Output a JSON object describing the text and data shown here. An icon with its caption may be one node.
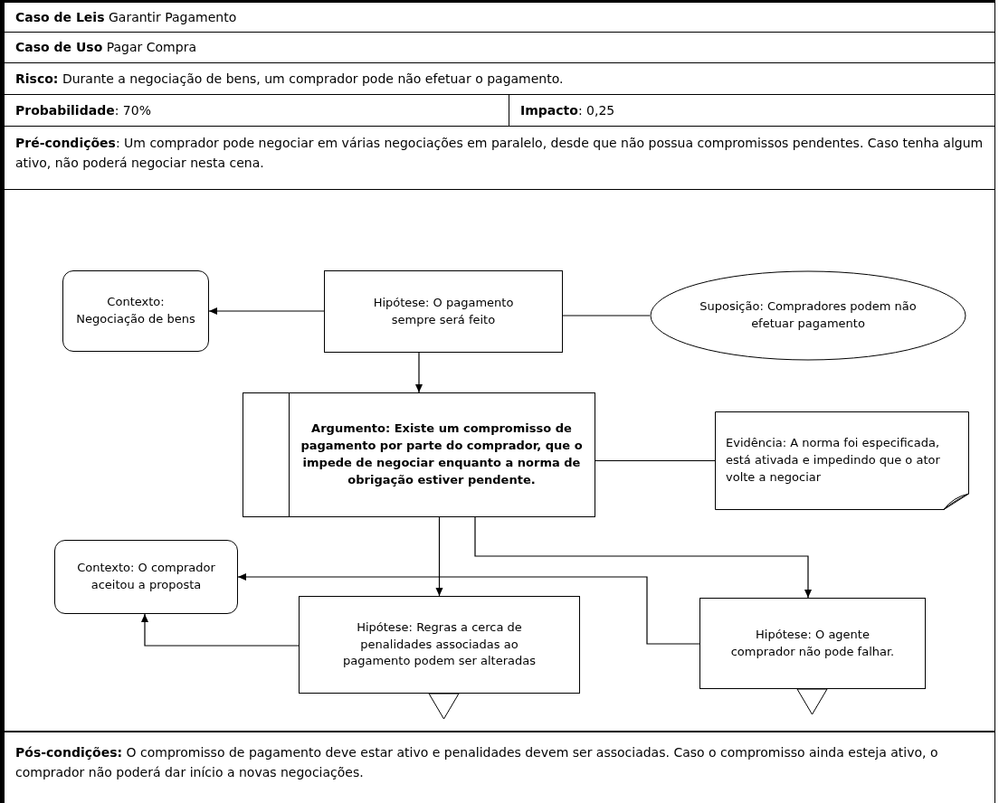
{
  "diagram": {
    "nodes": [
      {
        "text": [
          "Contexto: Negociação de bens"
        ]
      },
      {
        "text": [
          "Hipótese: O pagamento sempre será feito"
        ]
      },
      {
        "text": [
          "Suposição: Compradores podem não efetuar pagamento"
        ]
      },
      {
        "text": [
          "Argumento: Existe um compromisso de pagamento por parte do comprador, que o impede de negociar enquanto a norma de obrigação estiver pendente."
        ]
      },
      {
        "text": [
          "Evidência: A norma foi especificada, está ativada e impedindo que o ator volte a negociar"
        ]
      },
      {
        "text": [
          "Contexto: O comprador aceitou a proposta"
        ]
      },
      {
        "text": [
          "Hipótese: Regras a cerca de penalidades associadas ao pagamento podem ser alteradas"
        ]
      },
      {
        "text": [
          "Hipótese: O agente comprador não pode falhar."
        ]
      }
    ],
    "edges": [
      {
        "from": 1,
        "to": 0,
        "arrow": "to"
      },
      {
        "from": 1,
        "to": 2,
        "arrow": "none"
      },
      {
        "from": 1,
        "to": 3,
        "arrow": "to"
      },
      {
        "from": 3,
        "to": 4,
        "arrow": "none"
      },
      {
        "from": 3,
        "to": 6,
        "arrow": "to"
      },
      {
        "from": 3,
        "to": 7,
        "arrow": "to"
      },
      {
        "from": 7,
        "to": 5,
        "arrow": "to"
      },
      {
        "from": 6,
        "to": 5,
        "arrow": "to"
      }
    ],
    "labels": [
      "**Caso de Leis** Garantir Pagamento",
      "**Caso de Uso** Pagar Compra",
      "**Risco:** Durante a negociação de bens, um comprador pode não efetuar o pagamento.",
      "**Probabilidade**: 70%",
      "**Impacto**: 0,25",
      "**Pré-condições**: Um comprador pode negociar em várias negociações em paralelo, desde que não possua compromissos pendentes. Caso tenha algum ativo, não poderá negociar nesta cena.",
      "**Pós-condições:** O compromisso de pagamento deve estar ativo e penalidades devem ser associadas. Caso o compromisso ainda esteja ativo, o comprador não poderá dar início a novas negociações."
    ]
  }
}
